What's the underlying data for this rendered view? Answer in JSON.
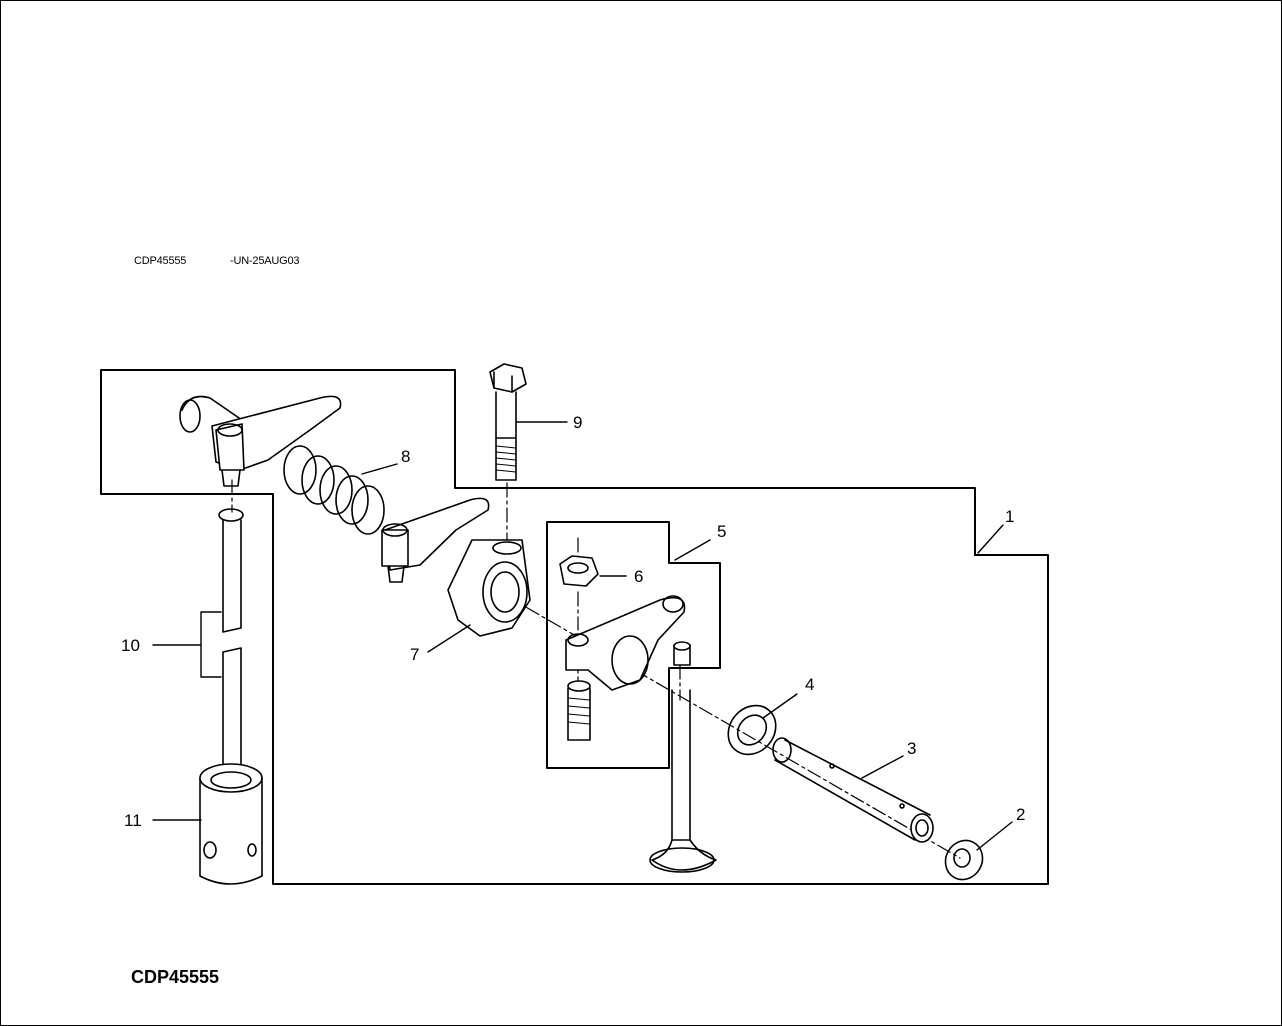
{
  "header": {
    "figure_id": "CDP45555",
    "figure_code": "-UN-25AUG03"
  },
  "footer": {
    "figure_id": "CDP45555"
  },
  "callouts": [
    "1",
    "2",
    "3",
    "4",
    "5",
    "6",
    "7",
    "8",
    "9",
    "10",
    "11"
  ],
  "colors": {
    "line": "#000000",
    "background": "#ffffff"
  }
}
